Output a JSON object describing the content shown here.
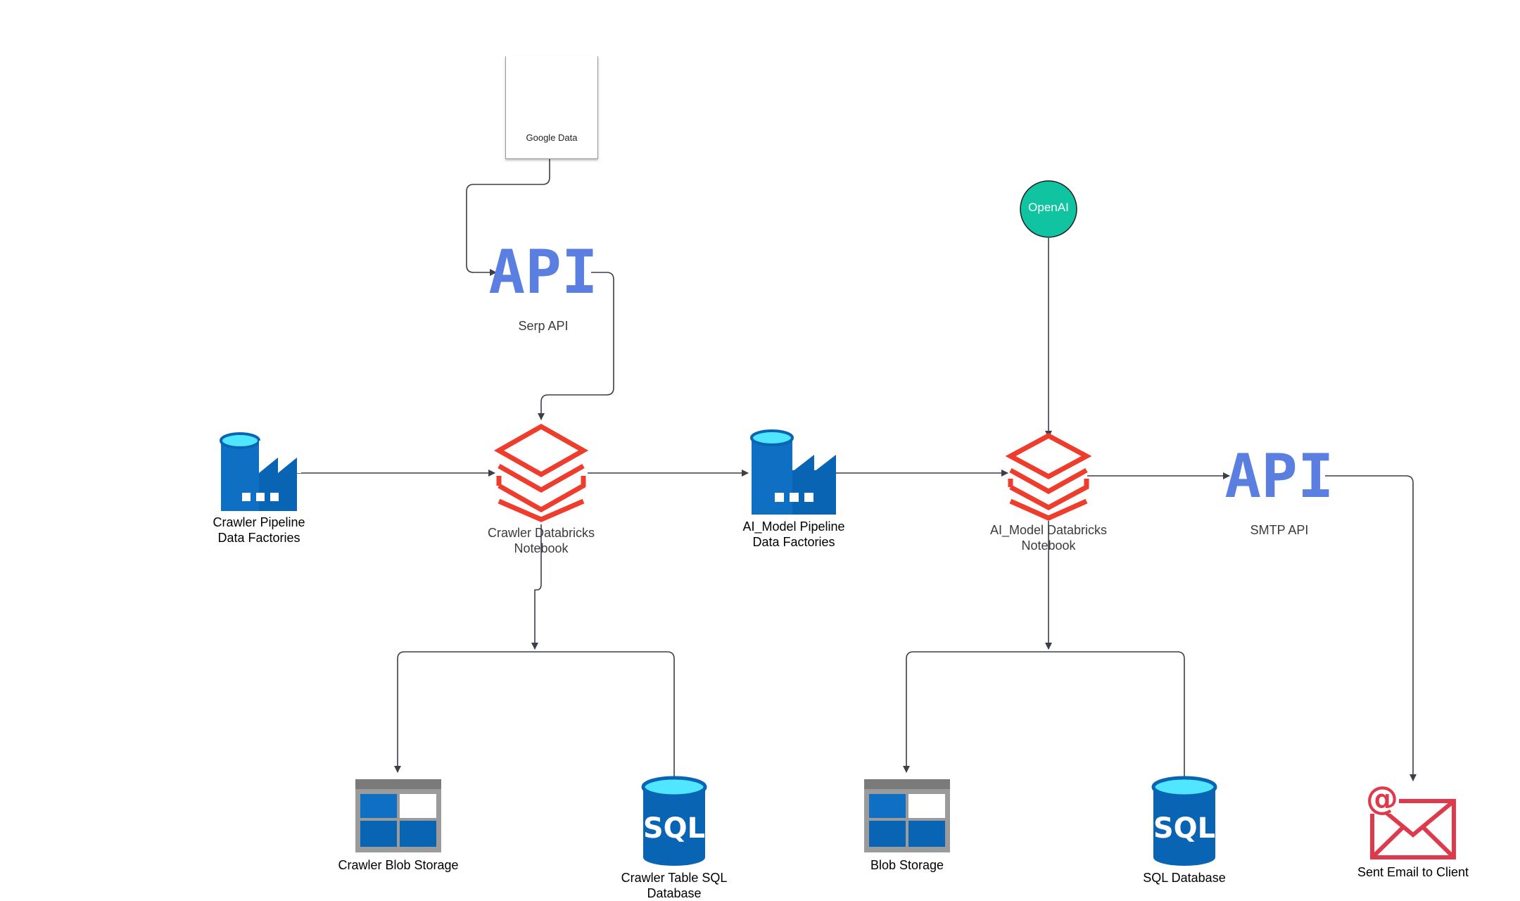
{
  "colors": {
    "connector": "#3a3f4a",
    "azure_blue": "#0a64b4",
    "azure_light": "#50e6ff",
    "databricks_red": "#ee3d2c",
    "api_blue": "#5b7fe0",
    "openai_green": "#10c4a2",
    "email_red": "#dd3b4d",
    "building_gray": "#6e6e6e",
    "storage_gray": "#999999"
  },
  "nodes": {
    "google_data": {
      "label": "Google Data",
      "icon": "building-icon"
    },
    "serp_api": {
      "icon_text": "API",
      "label": "Serp API"
    },
    "openai": {
      "label": "OpenAI"
    },
    "crawler_pipeline": {
      "label": "Crawler Pipeline\nData Factories",
      "icon": "data-factory-icon"
    },
    "crawler_notebook": {
      "label": "Crawler Databricks\nNotebook",
      "icon": "databricks-icon"
    },
    "ai_pipeline": {
      "label": "AI_Model Pipeline\nData Factories",
      "icon": "data-factory-icon"
    },
    "ai_notebook": {
      "label": "AI_Model Databricks\nNotebook",
      "icon": "databricks-icon"
    },
    "smtp_api": {
      "icon_text": "API",
      "label": "SMTP API"
    },
    "crawler_blob": {
      "label": "Crawler Blob Storage",
      "icon": "blob-storage-icon"
    },
    "crawler_sql": {
      "icon_text": "SQL",
      "label": "Crawler Table SQL\nDatabase"
    },
    "blob": {
      "label": "Blob Storage",
      "icon": "blob-storage-icon"
    },
    "sql": {
      "icon_text": "SQL",
      "label": "SQL Database"
    },
    "email": {
      "icon_text": "@",
      "label": "Sent Email to Client"
    }
  }
}
